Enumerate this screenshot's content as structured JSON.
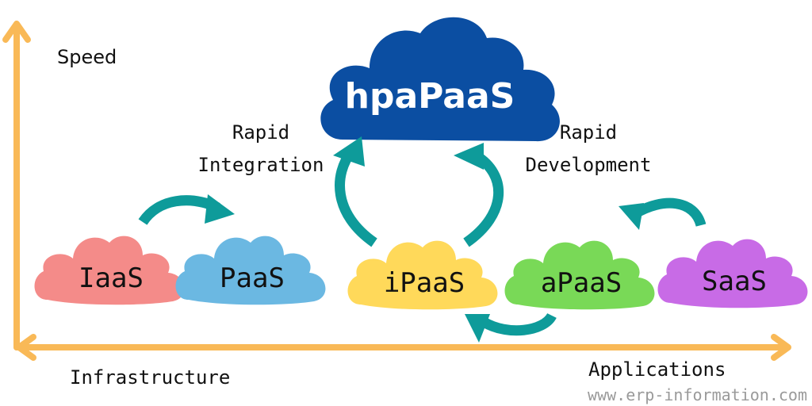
{
  "axes": {
    "y_label": "Speed",
    "x_left_label": "Infrastructure",
    "x_right_label": "Applications",
    "color": "#F9B957"
  },
  "center": {
    "label": "hpaPaaS",
    "color": "#0B4EA2",
    "text_color": "#FFFFFF"
  },
  "annotations": {
    "left_line1": "Rapid",
    "left_line2": "Integration",
    "right_line1": "Rapid",
    "right_line2": "Development"
  },
  "clouds": [
    {
      "label": "IaaS",
      "color": "#F48B89"
    },
    {
      "label": "PaaS",
      "color": "#6BB8E2"
    },
    {
      "label": "iPaaS",
      "color": "#FFD95A"
    },
    {
      "label": "aPaaS",
      "color": "#79D957"
    },
    {
      "label": "SaaS",
      "color": "#C86BE6"
    }
  ],
  "arrow_color": "#0E9B9A",
  "watermark": "www.erp-information.com"
}
